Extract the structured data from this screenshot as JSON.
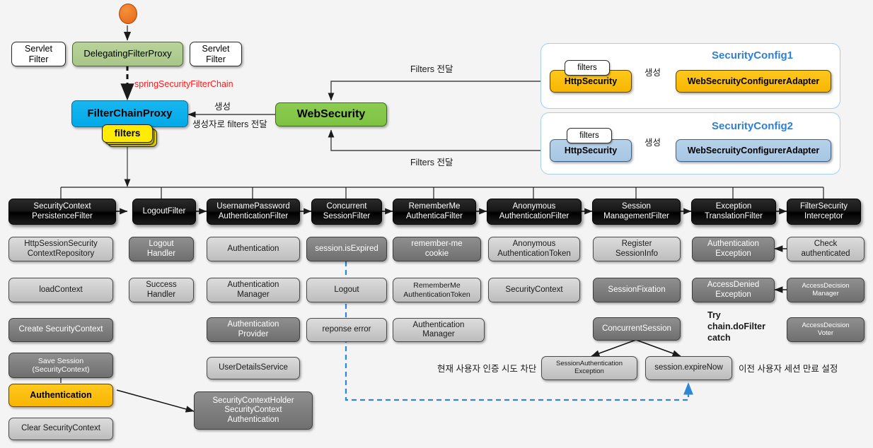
{
  "diagram": {
    "title": "Spring Security Filter Chain Architecture",
    "colors": {
      "accent_blue": "#2f7fd6",
      "highlight_red": "#ff1a1a",
      "dashed_blue": "#2d87d4",
      "yellow": "#ffec00",
      "orange": "#f7b500",
      "cyan": "#03a9e8",
      "green": "#7ec242"
    },
    "top": {
      "servlet_filter_left": "Servlet\nFilter",
      "delegating_filter_proxy": "DelegatingFilterProxy",
      "servlet_filter_right": "Servlet\nFilter",
      "spring_security_filter_chain": "springSecurityFilterChain",
      "filter_chain_proxy": "FilterChainProxy",
      "filters_card": "filters",
      "web_security": "WebSecurity",
      "create_label": "생성",
      "pass_filters_label": "생성자로 filters 전달",
      "filters_transfer_top": "Filters 전달",
      "filters_transfer_bottom": "Filters 전달"
    },
    "configs": [
      {
        "title": "SecurityConfig1",
        "filters_tab": "filters",
        "http_security": "HttpSecurity",
        "adapter": "WebSecruityConfigurerAdapter",
        "create_label": "생성",
        "style": "orange"
      },
      {
        "title": "SecurityConfig2",
        "filters_tab": "filters",
        "http_security": "HttpSecurity",
        "adapter": "WebSecruityConfigurerAdapter",
        "create_label": "생성",
        "style": "lblue"
      }
    ],
    "filters": [
      {
        "label": "SecurityContext\nPersistenceFilter"
      },
      {
        "label": "LogoutFilter"
      },
      {
        "label": "UsernamePassword\nAuthenticationFilter"
      },
      {
        "label": "Concurrent\nSessionFilter"
      },
      {
        "label": "RememberMe\nAuthenticaFilter"
      },
      {
        "label": "Anonymous\nAuthenticationFilter"
      },
      {
        "label": "Session\nManagementFilter"
      },
      {
        "label": "Exception\nTranslationFilter"
      },
      {
        "label": "FilterSecurity\nInterceptor"
      }
    ],
    "details": {
      "col1": [
        {
          "label": "HttpSessionSecurity\nContextRepository",
          "tone": "light"
        },
        {
          "label": "loadContext",
          "tone": "light"
        },
        {
          "label": "Create SecurityContext",
          "tone": "dark"
        },
        {
          "label": "Save Session\n(SecurityContext)",
          "tone": "dark"
        },
        {
          "label": "Authentication",
          "tone": "orange"
        },
        {
          "label": "Clear SecurityContext",
          "tone": "light"
        }
      ],
      "col2": [
        {
          "label": "Logout\nHandler",
          "tone": "dark"
        },
        {
          "label": "Success\nHandler",
          "tone": "light"
        }
      ],
      "col3": [
        {
          "label": "Authentication",
          "tone": "light"
        },
        {
          "label": "Authentication\nManager",
          "tone": "light"
        },
        {
          "label": "Authentication\nProvider",
          "tone": "dark"
        },
        {
          "label": "UserDetailsService",
          "tone": "light"
        },
        {
          "label": "SecurityContextHolder\nSecurityContext\nAuthentication",
          "tone": "dark"
        }
      ],
      "col4": [
        {
          "label": "session.isExpired",
          "tone": "dark"
        },
        {
          "label": "Logout",
          "tone": "light"
        },
        {
          "label": "reponse error",
          "tone": "light"
        }
      ],
      "col5": [
        {
          "label": "remember-me\ncookie",
          "tone": "dark"
        },
        {
          "label": "RememberMe\nAuthenticationToken",
          "tone": "light"
        },
        {
          "label": "Authentication\nManager",
          "tone": "light"
        }
      ],
      "col6": [
        {
          "label": "Anonymous\nAuthenticationToken",
          "tone": "light"
        },
        {
          "label": "SecurityContext",
          "tone": "light"
        }
      ],
      "col7": [
        {
          "label": "Register\nSessionInfo",
          "tone": "light"
        },
        {
          "label": "SessionFixation",
          "tone": "dark"
        },
        {
          "label": "ConcurrentSession",
          "tone": "dark"
        },
        {
          "label": "SessionAuthentication\nException",
          "tone": "light"
        },
        {
          "label": "session.expireNow",
          "tone": "light"
        }
      ],
      "col8": [
        {
          "label": "Authentication\nException",
          "tone": "dark"
        },
        {
          "label": "AccessDenied\nException",
          "tone": "dark"
        }
      ],
      "col9": [
        {
          "label": "Check\nauthenticated",
          "tone": "light"
        },
        {
          "label": "AccessDecision\nManager",
          "tone": "dark"
        },
        {
          "label": "AccessDecision\nVoter",
          "tone": "dark"
        }
      ]
    },
    "annotations": {
      "try_catch": "Try\nchain.doFilter\ncatch",
      "block_current_user": "현재 사용자 인증 시도 차단",
      "expire_previous_session": "이전 사용자 세션 만료 설정"
    }
  }
}
